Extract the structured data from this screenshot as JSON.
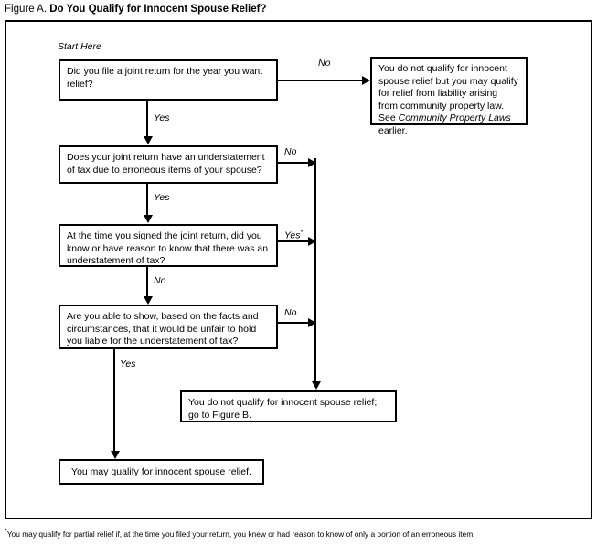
{
  "figure": {
    "label": "Figure A.",
    "title": "Do You Qualify for Innocent Spouse Relief?",
    "start_label": "Start Here"
  },
  "nodes": {
    "q1": "Did you file a joint return for the year you want relief?",
    "q2": "Does your joint return have an understatement of tax due to erroneous items of your spouse?",
    "q3": "At the time you signed the joint return, did you know or have reason to know that there was an understatement of tax?",
    "q4": "Are you able to show, based on the facts and circumstances, that it would be unfair to hold you liable for the understatement of tax?",
    "outcome_community_part1": "You do not qualify for innocent spouse relief but you may qualify for relief from liability arising from community property law. See ",
    "outcome_community_italic": "Community Property Laws",
    "outcome_community_part2": " earlier.",
    "outcome_figure_b": "You do not qualify for innocent spouse relief; go to Figure B.",
    "outcome_qualify": "You may qualify for innocent spouse relief."
  },
  "edges": {
    "q1_no": "No",
    "q1_yes": "Yes",
    "q2_no": "No",
    "q2_yes": "Yes",
    "q3_yes": "Yes",
    "q3_yes_marker": "*",
    "q3_no": "No",
    "q4_no": "No",
    "q4_yes": "Yes"
  },
  "footnote": {
    "marker": "*",
    "text": "You may qualify for partial relief if, at the time you filed your return, you knew or had reason to know of only a portion of an erroneous item."
  },
  "colors": {
    "ink": "#000000",
    "background": "#ffffff"
  }
}
